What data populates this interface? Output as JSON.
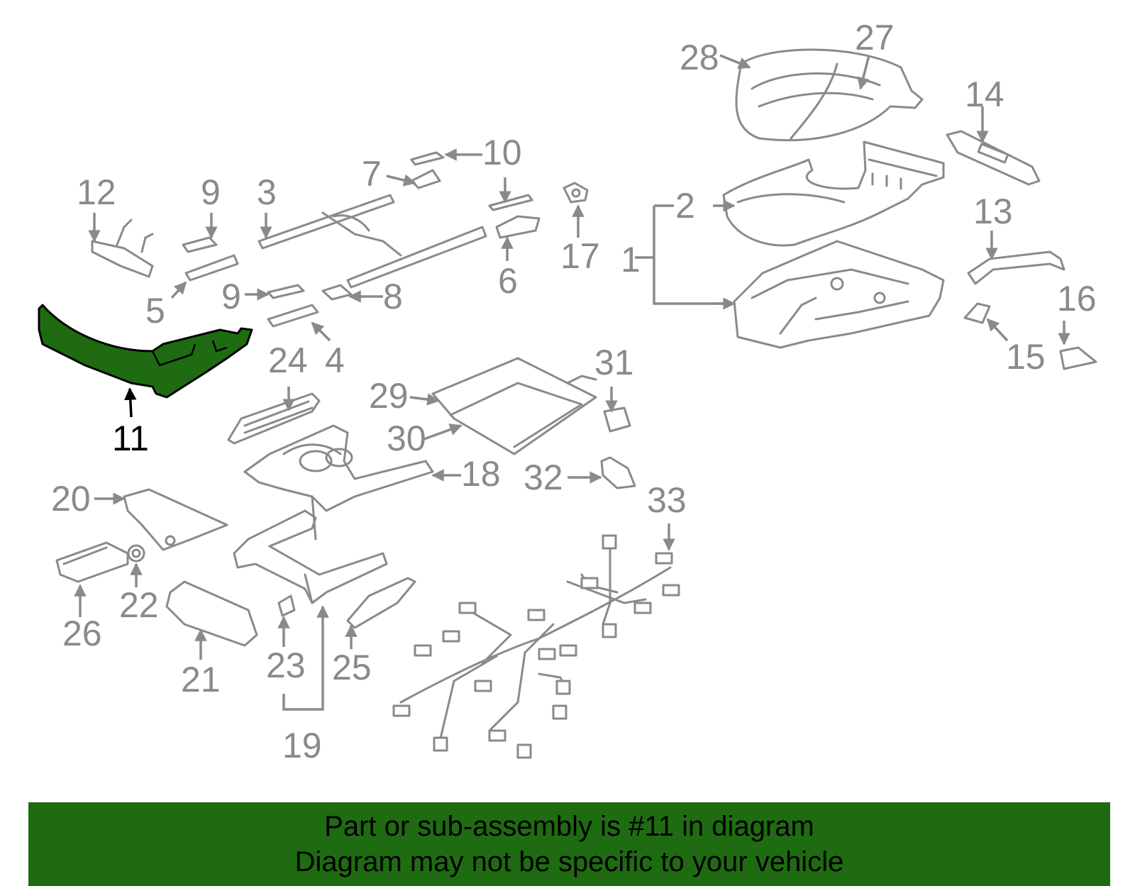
{
  "diagram": {
    "highlighted_part": "11",
    "highlight_color": "#1f6b12",
    "line_color": "#8a8a8a",
    "callouts": {
      "c1": "1",
      "c2": "2",
      "c3": "3",
      "c4": "4",
      "c5": "5",
      "c6": "6",
      "c7": "7",
      "c8": "8",
      "c9a": "9",
      "c9b": "9",
      "c10": "10",
      "c11": "11",
      "c12": "12",
      "c13": "13",
      "c14": "14",
      "c15": "15",
      "c16": "16",
      "c17": "17",
      "c18": "18",
      "c19": "19",
      "c20": "20",
      "c21": "21",
      "c22": "22",
      "c23": "23",
      "c24": "24",
      "c25": "25",
      "c26": "26",
      "c27": "27",
      "c28": "28",
      "c29": "29",
      "c30": "30",
      "c31": "31",
      "c32": "32",
      "c33": "33"
    }
  },
  "banner": {
    "color": "#1f6b12",
    "line1": "Part or sub-assembly is #11 in diagram",
    "line2": "Diagram may not be specific to your vehicle"
  }
}
